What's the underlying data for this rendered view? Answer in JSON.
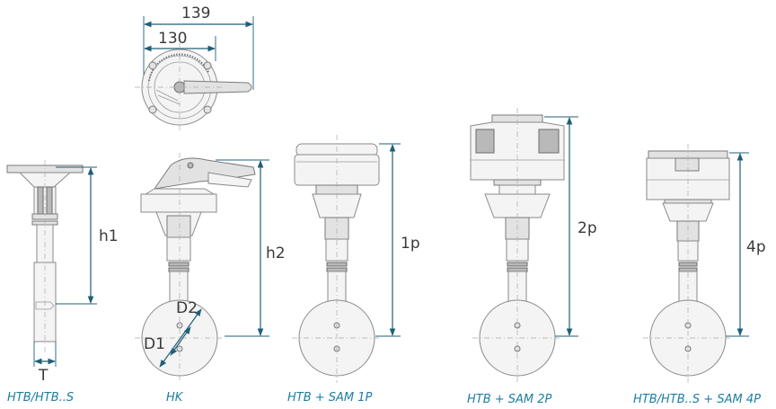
{
  "dimensions": {
    "d139": "139",
    "d130": "130",
    "h1": "h1",
    "h2": "h2",
    "p1": "1p",
    "p2": "2p",
    "p4": "4p",
    "T": "T",
    "D1": "D1",
    "D2": "D2"
  },
  "captions": {
    "c1": "HTB/HTB..S",
    "c2": "HK",
    "c3": "HTB + SAM 1P",
    "c4": "HTB + SAM 2P",
    "c5": "HTB/HTB..S + SAM 4P"
  },
  "colors": {
    "dimension": "#1f5f78",
    "caption": "#1f7ea0",
    "outline": "#8a8a8a"
  }
}
